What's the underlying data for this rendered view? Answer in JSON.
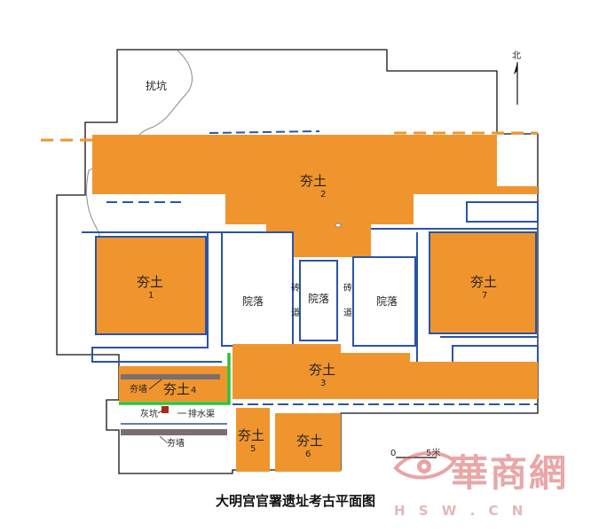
{
  "map": {
    "north_label": "北",
    "pit_label": "扰坑",
    "rammed_earth": [
      {
        "label": "夯土",
        "number": "2"
      },
      {
        "label": "夯土",
        "number": "1"
      },
      {
        "label": "夯土",
        "number": "7"
      },
      {
        "label": "夯土",
        "number": "3"
      },
      {
        "label": "夯土",
        "number": "4"
      },
      {
        "label": "夯土",
        "number": "5"
      },
      {
        "label": "夯土",
        "number": "6"
      }
    ],
    "courtyards": [
      "院落",
      "院落",
      "院落"
    ],
    "brick_road": [
      "砖",
      "道"
    ],
    "wall_label_1": "夯墙",
    "wall_label_2": "夯墙",
    "ash_pit": "灰坑",
    "drain": "排水渠",
    "scale_zero": "0",
    "scale_value": "5米",
    "title": "大明宫官署遗址考古平面图"
  },
  "watermark": {
    "chinese": "華商網",
    "url": "H S W . C N"
  },
  "colors": {
    "rammed_earth": "#f0952e",
    "outline": "#2a54a8",
    "green_line": "#28c43a",
    "wall_gray": "#7a6e6e"
  }
}
